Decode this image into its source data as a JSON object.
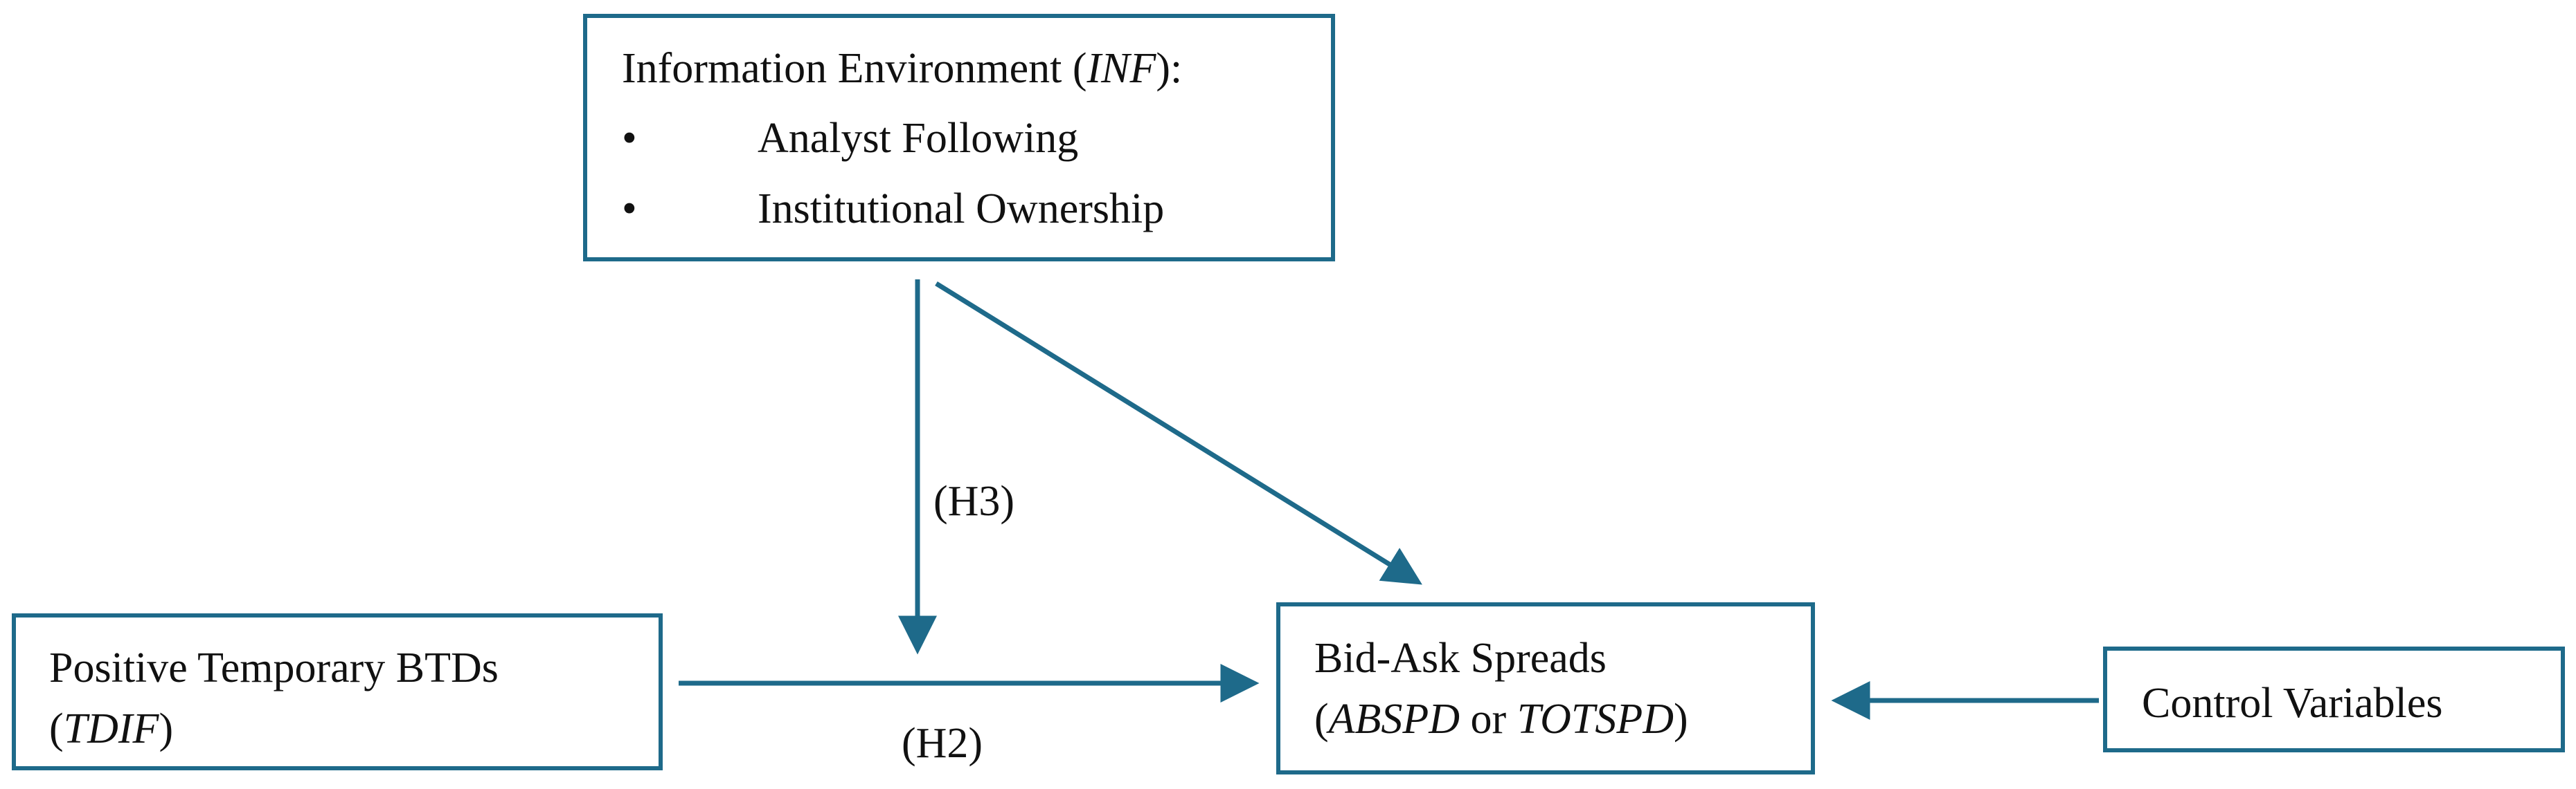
{
  "inf_box": {
    "title_prefix": "Information Environment (",
    "title_italic": "INF",
    "title_suffix": "):",
    "bullet_char": "•",
    "items": [
      "Analyst Following",
      "Institutional Ownership"
    ]
  },
  "tdif_box": {
    "line1": "Positive Temporary BTDs",
    "line2_open": "(",
    "line2_italic": "TDIF",
    "line2_close": ")"
  },
  "spread_box": {
    "line1": "Bid-Ask Spreads",
    "line2_open": "(",
    "line2_italic_a": "ABSPD",
    "line2_mid": " or ",
    "line2_italic_b": "TOTSPD",
    "line2_close": ")"
  },
  "control_box": {
    "label": "Control Variables"
  },
  "labels": {
    "h3": "(H3)",
    "h2": "(H2)"
  },
  "colors": {
    "accent": "#1e6a8a"
  }
}
